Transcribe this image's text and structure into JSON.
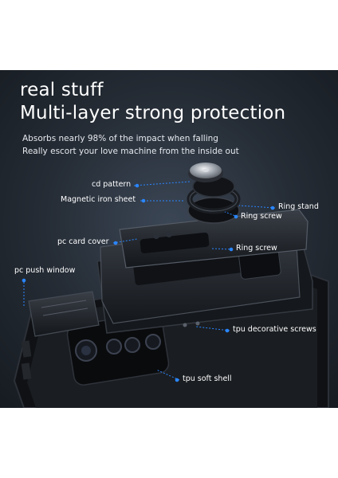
{
  "headline": "real stuff",
  "subheadline": "Multi-layer strong protection",
  "description": [
    "Absorbs nearly 98% of the impact when falling",
    "Really escort your love machine from the inside out"
  ],
  "callouts": {
    "cd_pattern": "cd pattern",
    "magnetic_iron_sheet": "Magnetic iron sheet",
    "ring_stand": "Ring stand",
    "ring_screw_1": "Ring screw",
    "pc_card_cover": "pc card cover",
    "ring_screw_2": "Ring screw",
    "pc_push_window": "pc push window",
    "tpu_decorative_screws": "tpu decorative screws",
    "tpu_soft_shell": "tpu soft shell"
  },
  "colors": {
    "background_dark": "#1e242c",
    "callout_blue": "#2a86ff",
    "text": "#ffffff",
    "case_black": "#121417"
  }
}
